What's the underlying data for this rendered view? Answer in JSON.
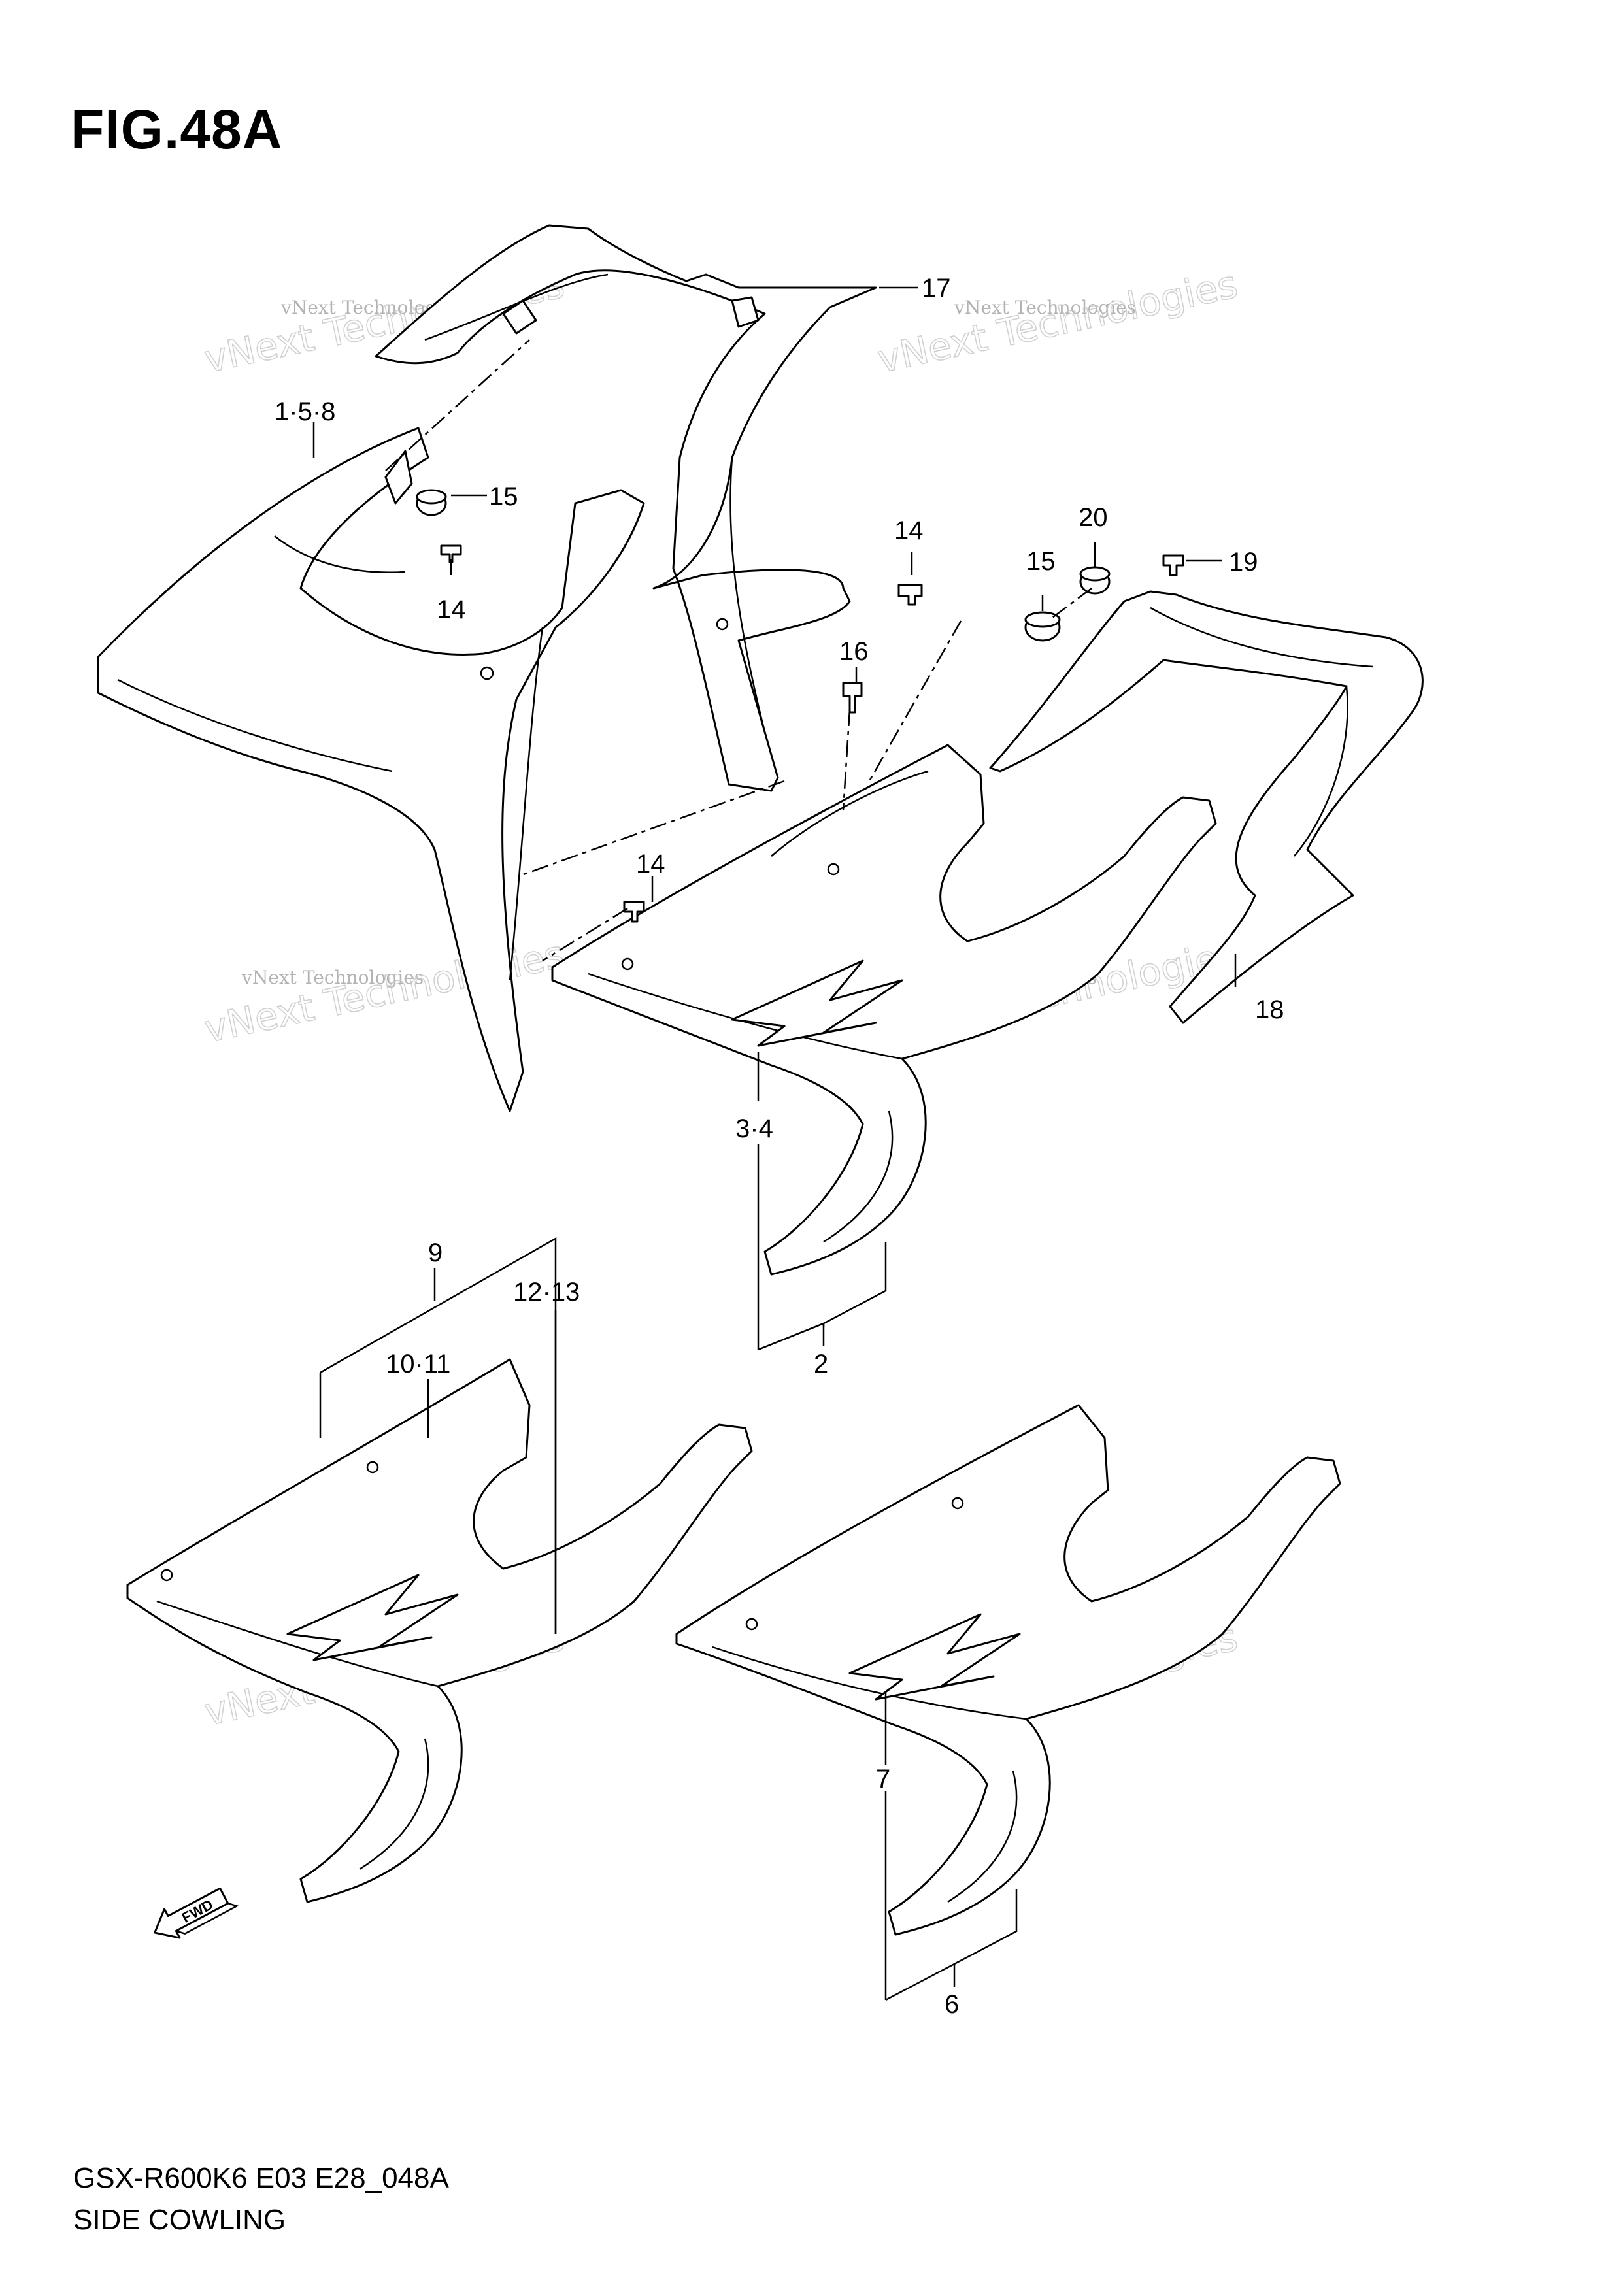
{
  "figure": {
    "title": "FIG.48A",
    "model_code": "GSX-R600K6 E03 E28_048A",
    "section_name": "SIDE COWLING"
  },
  "callouts": [
    {
      "id": "c17",
      "text": "17"
    },
    {
      "id": "c158",
      "text": "1·5·8"
    },
    {
      "id": "c15a",
      "text": "15"
    },
    {
      "id": "c14a",
      "text": "14"
    },
    {
      "id": "c14b",
      "text": "14"
    },
    {
      "id": "c16",
      "text": "16"
    },
    {
      "id": "c15b",
      "text": "15"
    },
    {
      "id": "c20",
      "text": "20"
    },
    {
      "id": "c19",
      "text": "19"
    },
    {
      "id": "c14c",
      "text": "14"
    },
    {
      "id": "c18",
      "text": "18"
    },
    {
      "id": "c34",
      "text": "3·4"
    },
    {
      "id": "c2",
      "text": "2"
    },
    {
      "id": "c9",
      "text": "9"
    },
    {
      "id": "c1213",
      "text": "12·13"
    },
    {
      "id": "c1011",
      "text": "10·11"
    },
    {
      "id": "c7",
      "text": "7"
    },
    {
      "id": "c6",
      "text": "6"
    }
  ],
  "fwd_marker": {
    "text": "FWD",
    "icon": "forward-arrow-icon"
  },
  "watermark": {
    "line1": "vNext Technologies",
    "line2": "vNext Technologies"
  }
}
